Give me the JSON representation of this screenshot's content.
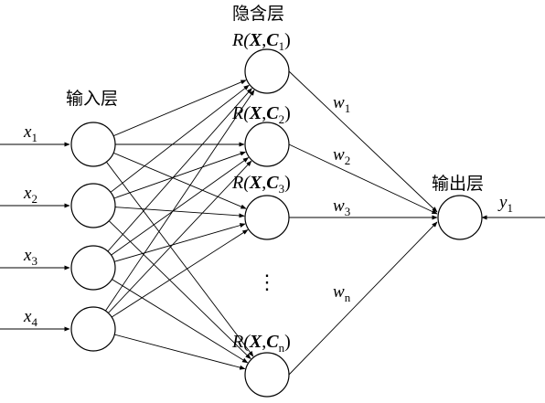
{
  "layers": {
    "input": "输入层",
    "hidden": "隐含层",
    "output": "输出层"
  },
  "inputs": [
    {
      "var": "x",
      "sub": "1"
    },
    {
      "var": "x",
      "sub": "2"
    },
    {
      "var": "x",
      "sub": "3"
    },
    {
      "var": "x",
      "sub": "4"
    }
  ],
  "hidden_nodes": [
    {
      "fn": "R(",
      "bold_x": "X",
      "comma": ",",
      "bold_c": "C",
      "sub": "1",
      "close": ")"
    },
    {
      "fn": "R(",
      "bold_x": "X",
      "comma": ",",
      "bold_c": "C",
      "sub": "2",
      "close": ")"
    },
    {
      "fn": "R(",
      "bold_x": "X",
      "comma": ",",
      "bold_c": "C",
      "sub": "3",
      "close": ")"
    },
    {
      "fn": "R(",
      "bold_x": "X",
      "comma": ",",
      "bold_c": "C",
      "sub": "n",
      "close": ")"
    }
  ],
  "weights": [
    {
      "var": "w",
      "sub": "1"
    },
    {
      "var": "w",
      "sub": "2"
    },
    {
      "var": "w",
      "sub": "3"
    },
    {
      "var": "w",
      "sub": "n"
    }
  ],
  "ellipsis": "⋮",
  "output": {
    "var": "y",
    "sub": "1"
  }
}
